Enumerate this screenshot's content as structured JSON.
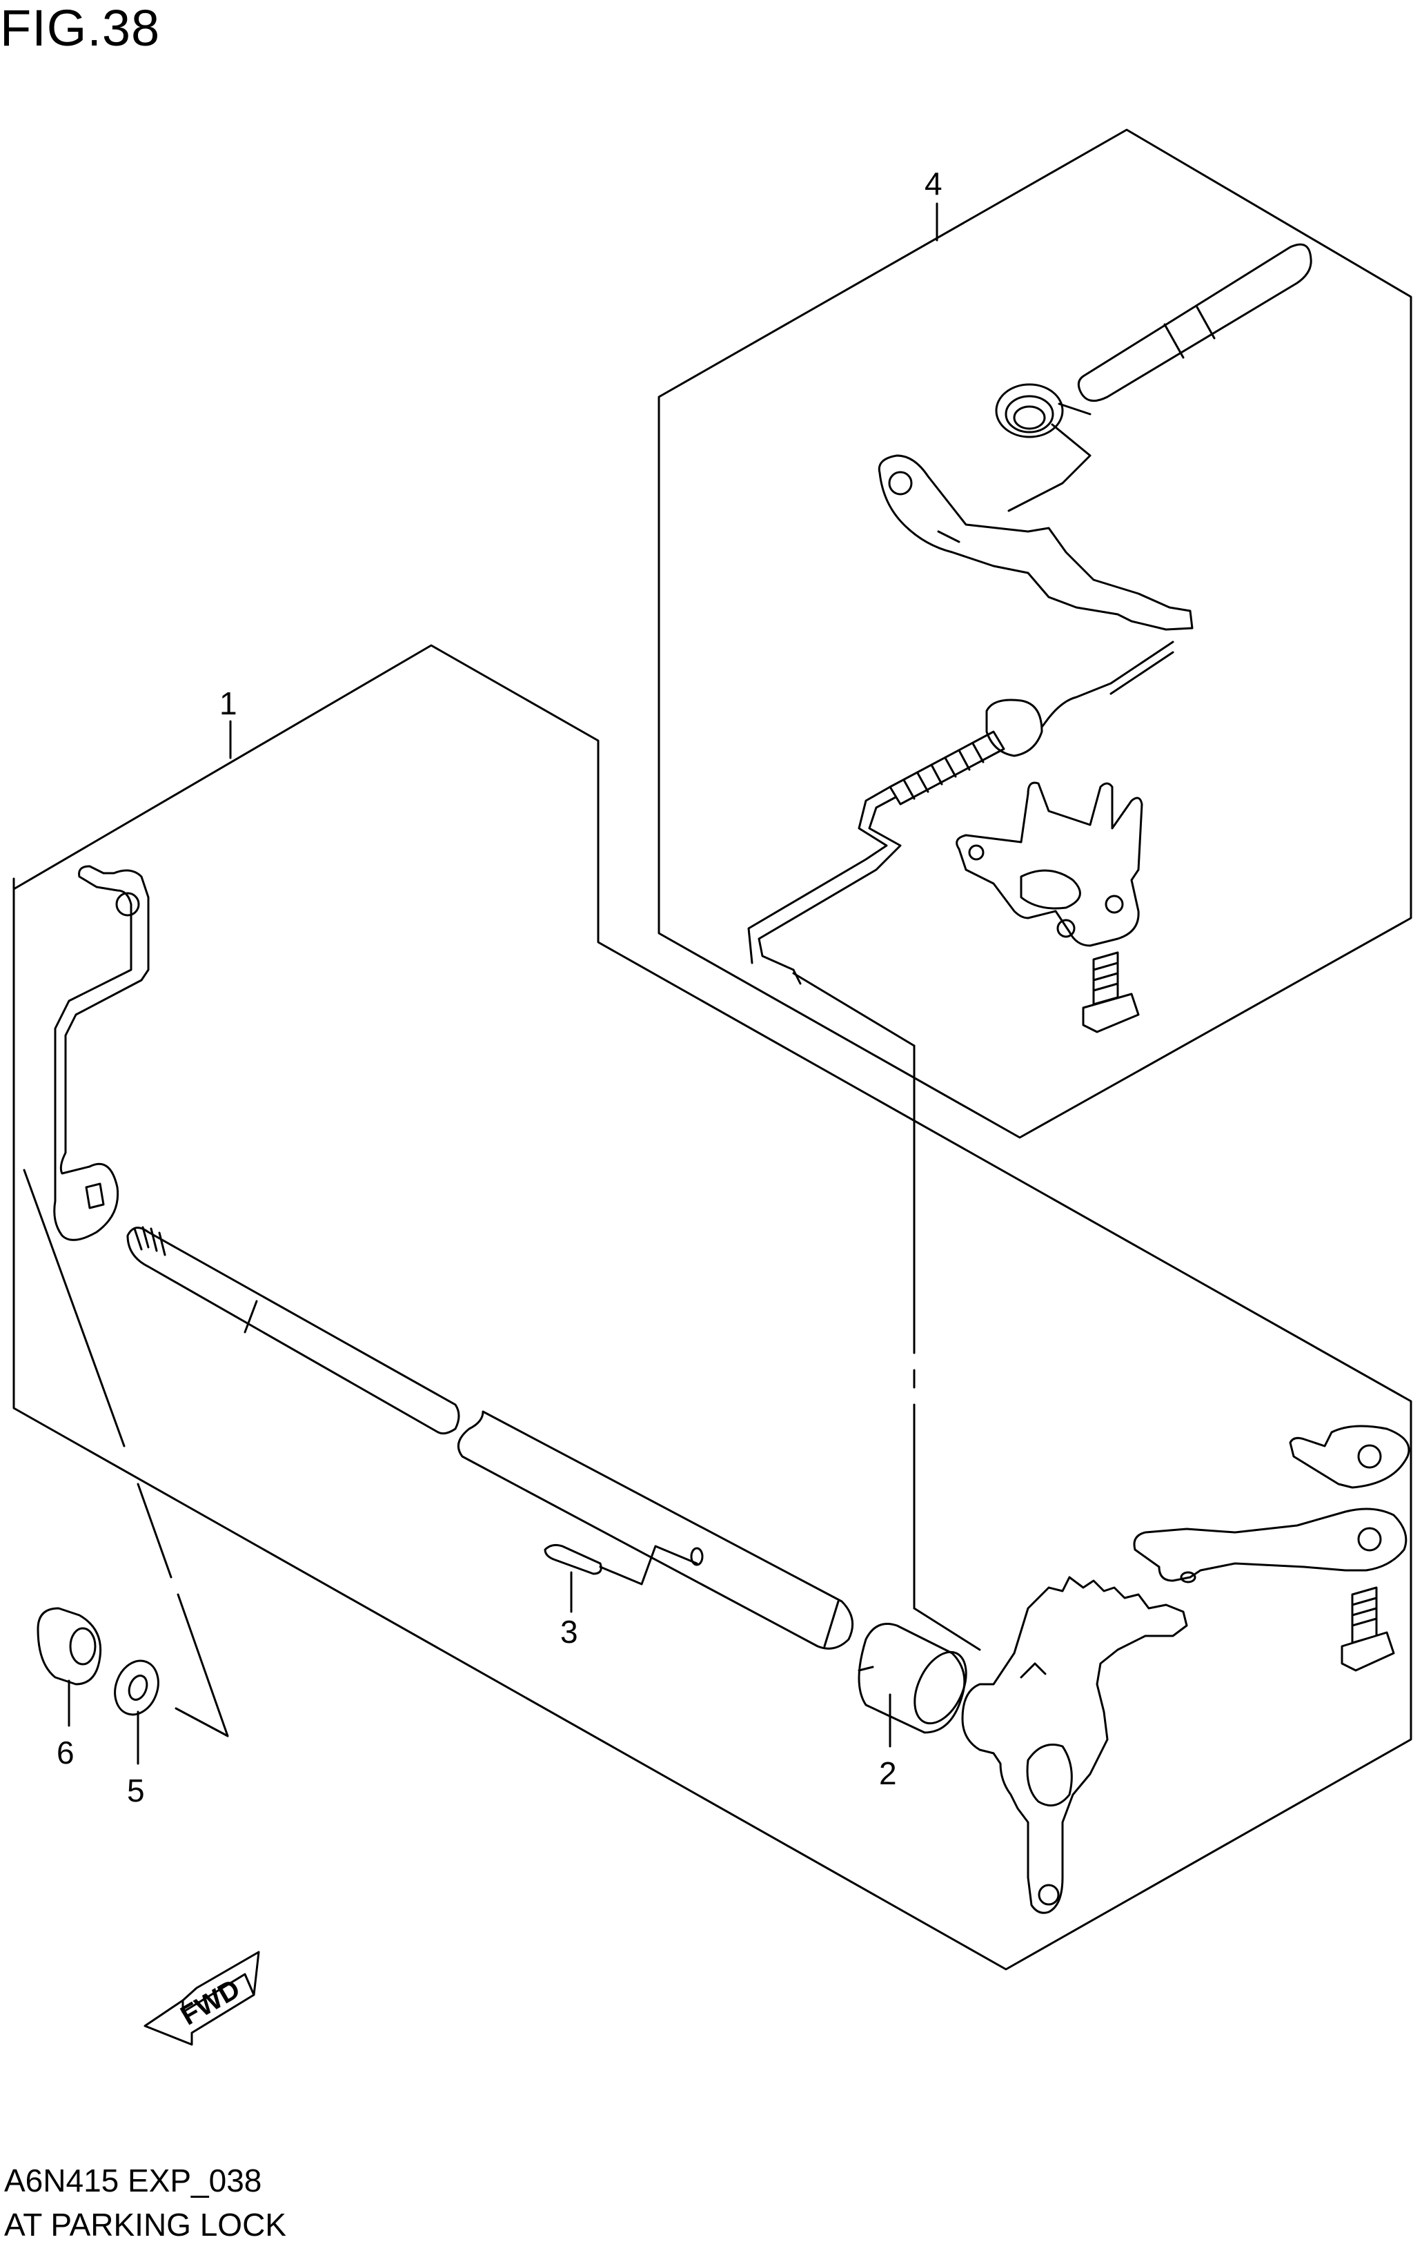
{
  "figure": {
    "title": "FIG.38",
    "code": "A6N415 EXP_038",
    "name": "AT PARKING LOCK"
  },
  "callouts": [
    {
      "id": "1",
      "label": "1"
    },
    {
      "id": "2",
      "label": "2"
    },
    {
      "id": "3",
      "label": "3"
    },
    {
      "id": "4",
      "label": "4"
    },
    {
      "id": "5",
      "label": "5"
    },
    {
      "id": "6",
      "label": "6"
    }
  ],
  "direction_arrow": {
    "label": "FWD",
    "icon": "fwd-arrow-icon"
  }
}
